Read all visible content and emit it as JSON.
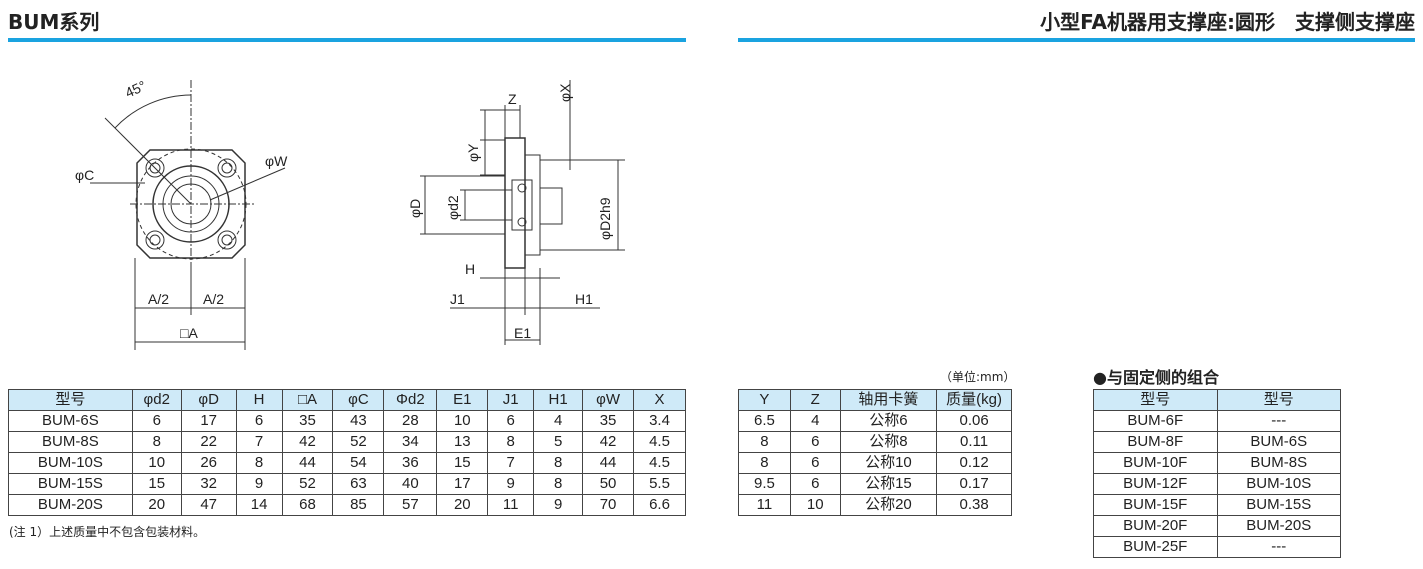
{
  "header": {
    "left_title": "BUM系列",
    "right_title": "小型FA机器用支撑座:圆形　支撑侧支撑座"
  },
  "drawing": {
    "front": {
      "angle": "45°",
      "phi_c": "φC",
      "phi_w": "φW",
      "half_a_1": "A/2",
      "half_a_2": "A/2",
      "square_a": "□A"
    },
    "side": {
      "z": "Z",
      "phi_x": "φX",
      "phi_y": "φY",
      "phi_d": "φD",
      "phi_d2": "φd2",
      "phi_d2h9": "φD2h9",
      "h": "H",
      "j1": "J1",
      "h1": "H1",
      "e1": "E1"
    }
  },
  "spec_table": {
    "headers": [
      "型号",
      "φd2",
      "φD",
      "H",
      "□A",
      "φC",
      "Φd2",
      "E1",
      "J1",
      "H1",
      "φW",
      "X"
    ],
    "rows": [
      [
        "BUM-6S",
        "6",
        "17",
        "6",
        "35",
        "43",
        "28",
        "10",
        "6",
        "4",
        "35",
        "3.4"
      ],
      [
        "BUM-8S",
        "8",
        "22",
        "7",
        "42",
        "52",
        "34",
        "13",
        "8",
        "5",
        "42",
        "4.5"
      ],
      [
        "BUM-10S",
        "10",
        "26",
        "8",
        "44",
        "54",
        "36",
        "15",
        "7",
        "8",
        "44",
        "4.5"
      ],
      [
        "BUM-15S",
        "15",
        "32",
        "9",
        "52",
        "63",
        "40",
        "17",
        "9",
        "8",
        "50",
        "5.5"
      ],
      [
        "BUM-20S",
        "20",
        "47",
        "14",
        "68",
        "85",
        "57",
        "20",
        "11",
        "9",
        "70",
        "6.6"
      ]
    ]
  },
  "spec_table2": {
    "unit": "（单位:mm）",
    "headers": [
      "Y",
      "Z",
      "轴用卡簧",
      "质量(kg)"
    ],
    "rows": [
      [
        "6.5",
        "4",
        "公称6",
        "0.06"
      ],
      [
        "8",
        "6",
        "公称8",
        "0.11"
      ],
      [
        "8",
        "6",
        "公称10",
        "0.12"
      ],
      [
        "9.5",
        "6",
        "公称15",
        "0.17"
      ],
      [
        "11",
        "10",
        "公称20",
        "0.38"
      ]
    ]
  },
  "note": "(注 1）上述质量中不包含包装材料。",
  "combo": {
    "title": "●与固定侧的组合",
    "headers": [
      "型号",
      "型号"
    ],
    "rows": [
      [
        "BUM-6F",
        "---"
      ],
      [
        "BUM-8F",
        "BUM-6S"
      ],
      [
        "BUM-10F",
        "BUM-8S"
      ],
      [
        "BUM-12F",
        "BUM-10S"
      ],
      [
        "BUM-15F",
        "BUM-15S"
      ],
      [
        "BUM-20F",
        "BUM-20S"
      ],
      [
        "BUM-25F",
        "---"
      ]
    ]
  }
}
